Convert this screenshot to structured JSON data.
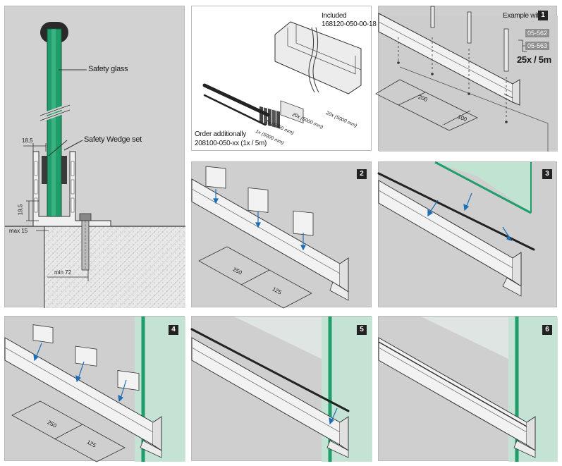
{
  "cross_section": {
    "label_glass": "Safety glass",
    "label_wedge": "Safety Wedge set",
    "dim_width": "18,5",
    "dim_height": "19,5",
    "dim_max": "max 15",
    "dim_min": "min 72"
  },
  "parts": {
    "included_label": "Included",
    "included_code": "168120-050-00-18",
    "qty_a": "20x (5000 mm)",
    "qty_b": "20x (5000 mm)",
    "qty_c": "1x (5000 mm)",
    "qty_d": "1x (5000 mm)",
    "order_label": "Order additionally",
    "order_code": "208100-050-xx  (1x / 5m)"
  },
  "step1": {
    "example_label": "Example with",
    "badge": "1",
    "code_a": "05-562",
    "code_b": "05-563",
    "quantity": "25x / 5m",
    "dim_a": "200",
    "dim_b": "100"
  },
  "step2": {
    "badge": "2",
    "dim_a": "250",
    "dim_b": "125"
  },
  "step3": {
    "badge": "3"
  },
  "step4": {
    "badge": "4",
    "dim_a": "250",
    "dim_b": "125"
  },
  "step5": {
    "badge": "5"
  },
  "step6": {
    "badge": "6"
  }
}
